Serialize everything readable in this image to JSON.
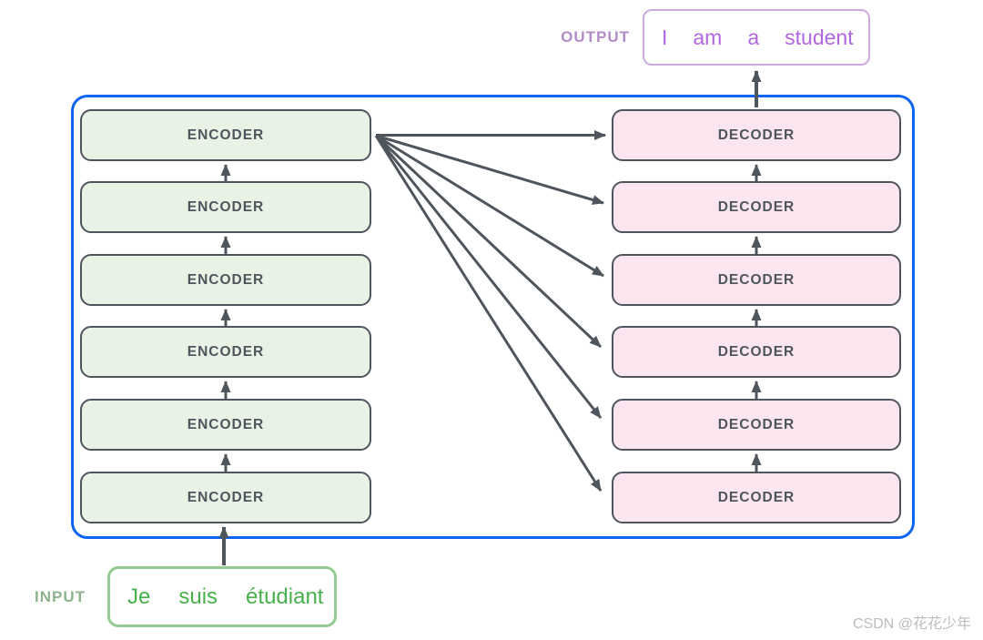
{
  "output": {
    "label": "OUTPUT",
    "words": [
      "I",
      "am",
      "a",
      "student"
    ]
  },
  "input": {
    "label": "INPUT",
    "words": [
      "Je",
      "suis",
      "étudiant"
    ]
  },
  "encoders": [
    "ENCODER",
    "ENCODER",
    "ENCODER",
    "ENCODER",
    "ENCODER",
    "ENCODER"
  ],
  "decoders": [
    "DECODER",
    "DECODER",
    "DECODER",
    "DECODER",
    "DECODER",
    "DECODER"
  ],
  "watermark": "CSDN @花花少年",
  "colors": {
    "container_border": "#0d63f3",
    "box_border": "#4e555c",
    "box_text": "#4e555c",
    "encoder_fill": "#e9f3e5",
    "decoder_fill": "#fbe5ef",
    "arrow": "#4e555c",
    "output_label": "#b18cc9",
    "output_border": "#cbaade",
    "output_text": "#b266e0",
    "input_label": "#8cb38c",
    "input_border": "#93cb93",
    "input_text": "#47b14c",
    "watermark_text": "#bcbcbc"
  }
}
